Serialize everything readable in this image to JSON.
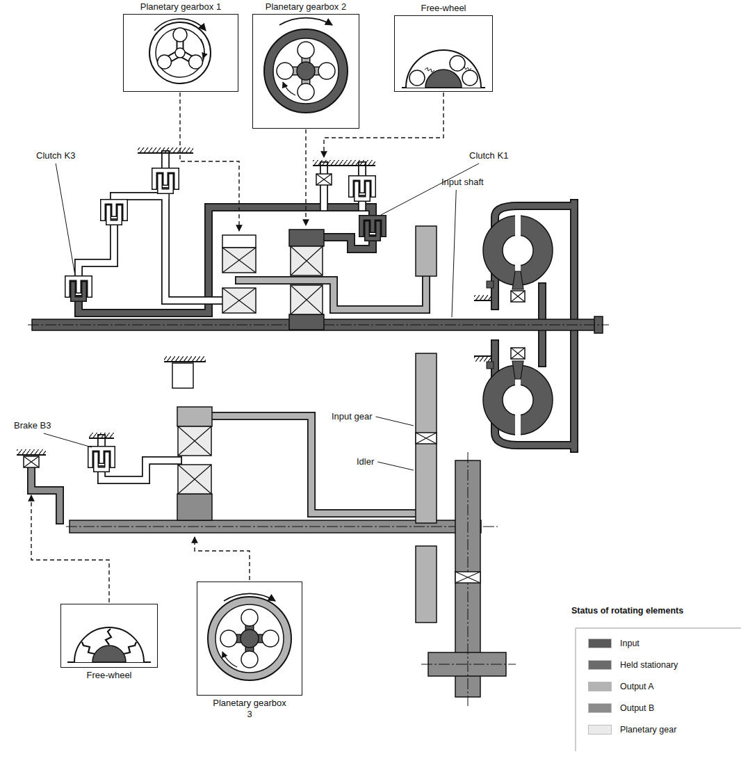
{
  "diagram": {
    "nodes": [
      {
        "text": [
          "Planetary gearbox 1"
        ]
      },
      {
        "text": [
          "Planetary gearbox 2"
        ]
      },
      {
        "text": [
          "Free-wheel"
        ]
      },
      {
        "text": [
          "Free-wheel"
        ]
      },
      {
        "text": [
          "Planetary gearbox 3"
        ]
      }
    ],
    "labels": [
      "Clutch K3",
      "Clutch K1",
      "Input shaft",
      "Brake B3",
      "Input gear",
      "Idler",
      "Status of rotating elements"
    ],
    "legend": [
      {
        "text": "Input",
        "color": "#595959"
      },
      {
        "text": "Held stationary",
        "color": "#6b6b6b"
      },
      {
        "text": "Output A",
        "color": "#b3b3b3"
      },
      {
        "text": "Output B",
        "color": "#8c8c8c"
      },
      {
        "text": "Planetary gear",
        "color": "#ebebeb"
      }
    ]
  }
}
